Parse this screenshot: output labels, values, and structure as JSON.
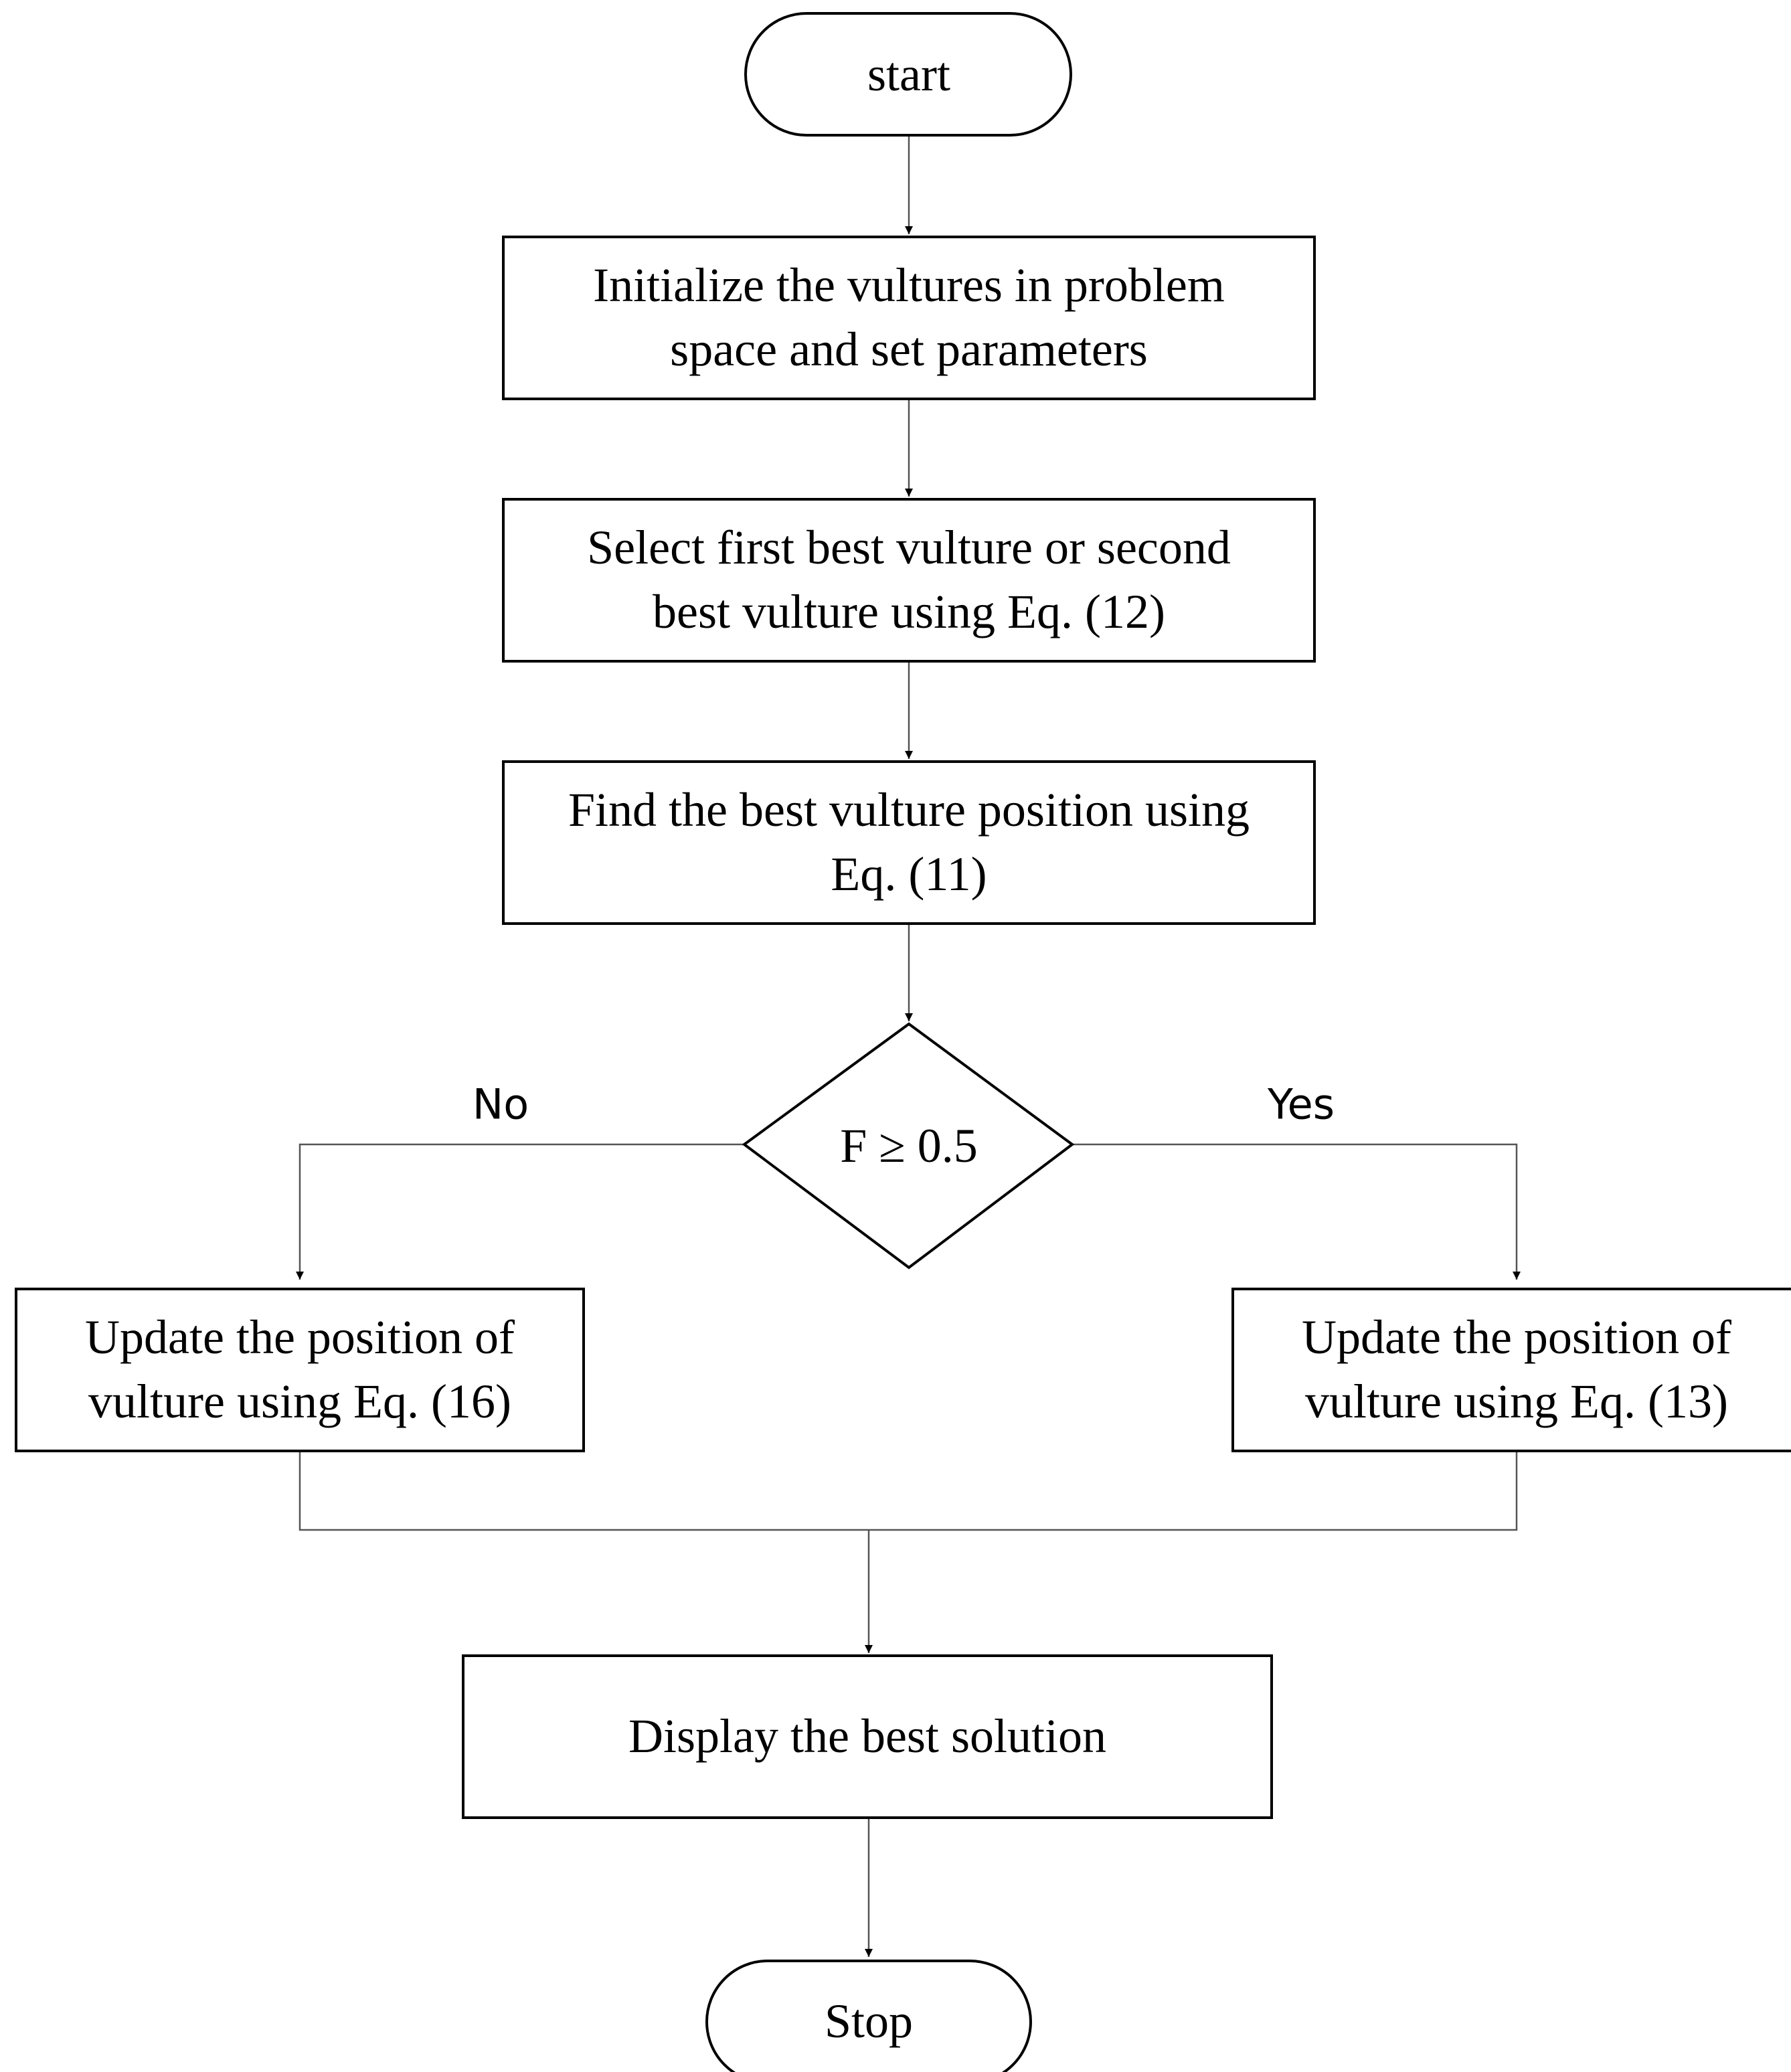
{
  "nodes": {
    "start": {
      "label": "start"
    },
    "init": {
      "line1": "Initialize the vultures in problem",
      "line2": "space and set parameters"
    },
    "select": {
      "line1": "Select first best vulture or second",
      "line2": "best vulture using Eq. (12)"
    },
    "find": {
      "line1": "Find the best vulture position using",
      "line2": "Eq. (11)"
    },
    "decision": {
      "label": "F ≥ 0.5"
    },
    "update_no": {
      "line1": "Update the position of",
      "line2": "vulture using Eq. (16)"
    },
    "update_yes": {
      "line1": "Update the position of",
      "line2": "vulture using Eq. (13)"
    },
    "display": {
      "label": "Display the best solution"
    },
    "stop": {
      "label": "Stop"
    }
  },
  "branches": {
    "no": "No",
    "yes": "Yes"
  }
}
